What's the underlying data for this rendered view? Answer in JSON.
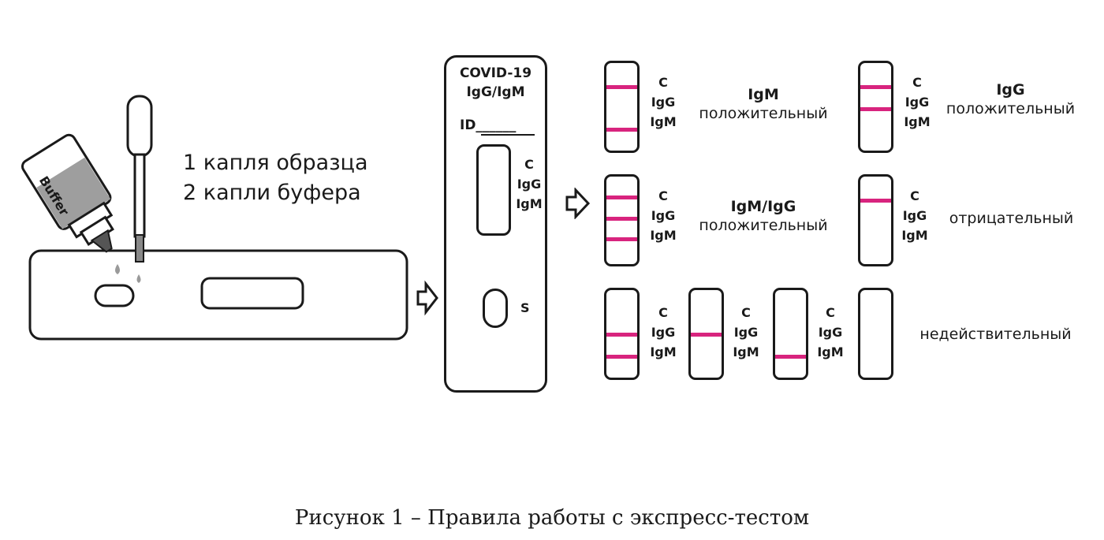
{
  "instructions": {
    "line1": "1 капля образца",
    "line2": "2 капли буфера"
  },
  "bottle_label": "Buffer",
  "cassette": {
    "title1": "COVID-19",
    "title2": "IgG/IgM",
    "id_label": "ID______",
    "window_labels": [
      "C",
      "IgG",
      "IgM"
    ],
    "sample_label": "S"
  },
  "strip_labels": {
    "c": "C",
    "igg": "IgG",
    "igm": "IgM"
  },
  "results": {
    "igm_positive": {
      "title": "IgM",
      "text": "положительный"
    },
    "igg_positive": {
      "title": "IgG",
      "text": "положительный"
    },
    "both_positive": {
      "title": "IgM/IgG",
      "text": "положительный"
    },
    "negative": {
      "text": "отрицательный"
    },
    "invalid": {
      "text": "недействительный"
    }
  },
  "line_color": "#d8247e",
  "caption": "Рисунок 1 – Правила работы с экспресс-тестом"
}
